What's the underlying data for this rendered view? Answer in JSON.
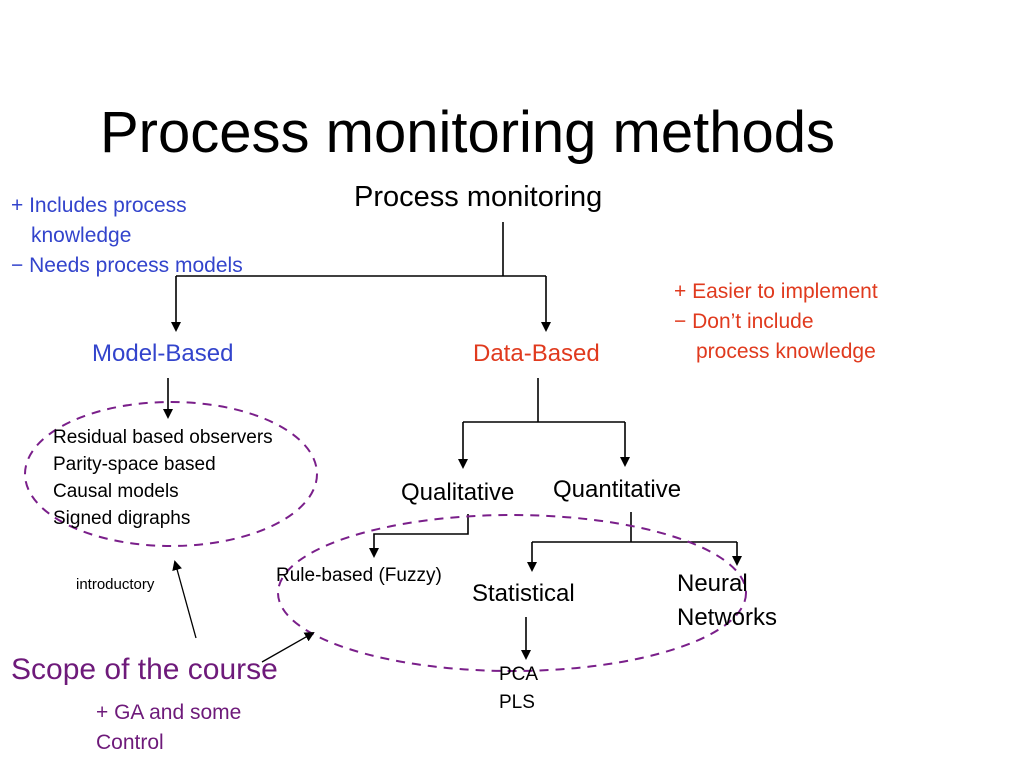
{
  "slide": {
    "title": "Process monitoring methods"
  },
  "tree": {
    "root": "Process monitoring",
    "model_based": "Model-Based",
    "data_based": "Data-Based",
    "qualitative": "Qualitative",
    "quantitative": "Quantitative",
    "rule_based": "Rule-based (Fuzzy)",
    "statistical": "Statistical",
    "neural_line1": "Neural",
    "neural_line2": "Networks",
    "statistical_children": [
      "PCA",
      "PLS"
    ],
    "model_based_methods": [
      "Residual based observers",
      "Parity-space based",
      "Causal models",
      "Signed digraphs"
    ]
  },
  "annotations": {
    "model_pros": [
      "+ Includes process",
      "knowledge",
      "− Needs process models"
    ],
    "data_pros": [
      "+ Easier to implement",
      "− Don’t include",
      "process knowledge"
    ],
    "introductory": "introductory",
    "scope": "Scope of the course",
    "scope_extra_line1": "+ GA and some",
    "scope_extra_line2": "Control"
  },
  "colors": {
    "model_blue": "#3344cc",
    "data_red": "#e03a1e",
    "scope_purple": "#6e1a7a",
    "ellipse_dash": "#7a1f8a"
  }
}
